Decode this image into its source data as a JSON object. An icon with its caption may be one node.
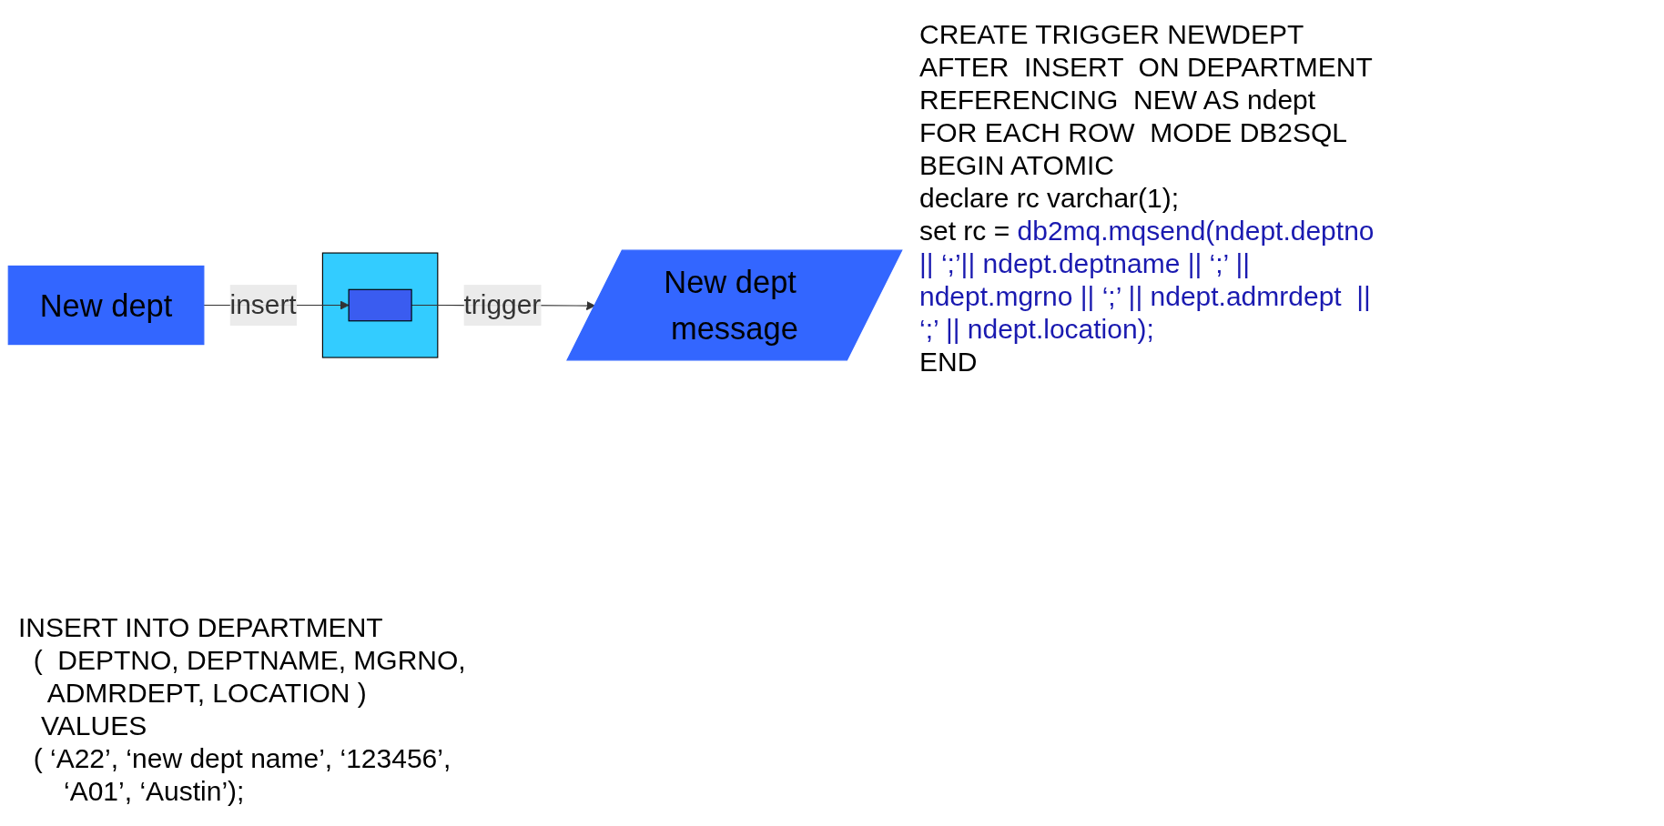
{
  "diagram": {
    "nodes": [
      {
        "text": [
          "New dept"
        ]
      },
      {
        "text": [],
        "shape": "box"
      },
      {
        "text": [],
        "shape": "bar",
        "in": 1
      },
      {
        "text": [
          "New dept message"
        ]
      }
    ],
    "edges": [
      {
        "from": 0,
        "to": 2,
        "arrow": "to",
        "label": "insert"
      },
      {
        "from": 2,
        "to": 3,
        "arrow": "to",
        "label": "trigger"
      }
    ],
    "labels": [
      "CREATE TRIGGER NEWDEPT",
      "AFTER  INSERT  ON DEPARTMENT",
      "REFERENCING  NEW AS ndept",
      "FOR EACH ROW  MODE DB2SQL",
      "BEGIN ATOMIC",
      "declare rc varchar(1);",
      "set rc = ",
      "db2mq.mqsend(ndept.deptno",
      "|| ‘;’|| ndept.deptname || ‘;’ ||",
      "ndept.mgrno || ‘;’ || ndept.admrdept  ||",
      "‘;’ || ndept.location);",
      "END",
      "INSERT INTO DEPARTMENT",
      "  (  DEPTNO, DEPTNAME, MGRNO,",
      "    ADMRDEPT, LOCATION )",
      "   VALUES",
      "  ( ‘A22’, ‘new dept name’, ‘123456’,",
      "      ‘A01’, ‘Austin’);"
    ]
  }
}
